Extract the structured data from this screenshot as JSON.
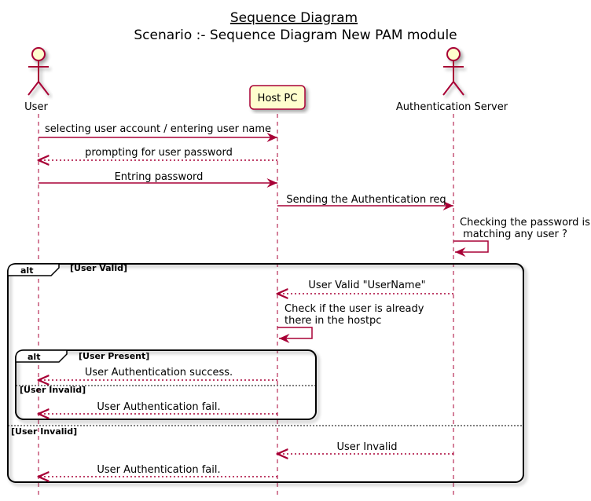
{
  "title": "Sequence Diagram",
  "subtitle": "Scenario :- Sequence Diagram New PAM module",
  "colors": {
    "arrow": "#A80036",
    "actor_fill": "#FEFECE",
    "actor_stroke": "#A80036",
    "box_fill": "#FEFECE",
    "frame_stroke": "#000000"
  },
  "participants": {
    "user": "User",
    "host": "Host PC",
    "auth": "Authentication Server"
  },
  "messages": {
    "m1": "selecting user account / entering user name",
    "m2": "prompting for user password",
    "m3": "Entring password",
    "m4": "Sending the Authentication req",
    "m5_line1": "Checking the password is",
    "m5_line2": " matching any user ?",
    "m6": "User Valid \"UserName\"",
    "m7_line1": "Check if the user is already",
    "m7_line2": "there in the hostpc",
    "m8": "User Authentication success.",
    "m9": "User Authentication fail.",
    "m10": "User Invalid",
    "m11": "User Authentication fail."
  },
  "fragments": {
    "outer_keyword": "alt",
    "outer_guard1": "[User Valid]",
    "outer_guard2": "[User Invalid]",
    "inner_keyword": "alt",
    "inner_guard1": "[User Present]",
    "inner_guard2": "[User Invalid]"
  }
}
